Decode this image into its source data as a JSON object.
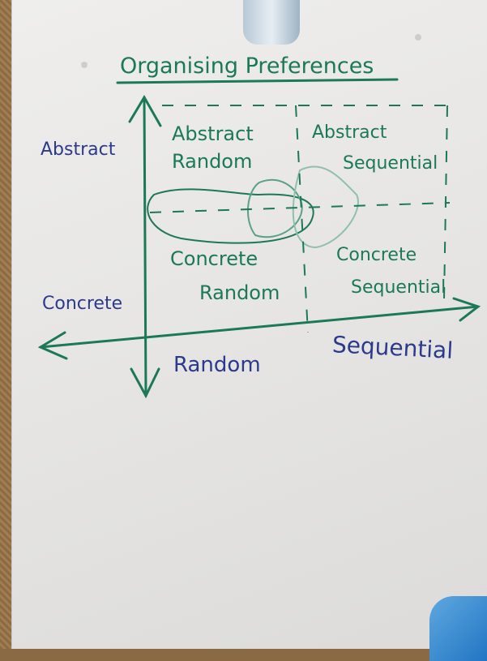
{
  "title": "Organising Preferences",
  "axes": {
    "vertical_top": "Abstract",
    "vertical_bottom": "Concrete",
    "horizontal_left": "Random",
    "horizontal_right": "Sequential"
  },
  "quadrants": {
    "top_left": [
      "Abstract",
      "Random"
    ],
    "top_right": [
      "Abstract",
      "Sequential"
    ],
    "bottom_left": [
      "Concrete",
      "Random"
    ],
    "bottom_right": [
      "Concrete",
      "Sequential"
    ]
  },
  "colors": {
    "ink_green": "#1b7a55",
    "ink_blue": "#2c3a8c",
    "paper": "#e9e8e6"
  }
}
